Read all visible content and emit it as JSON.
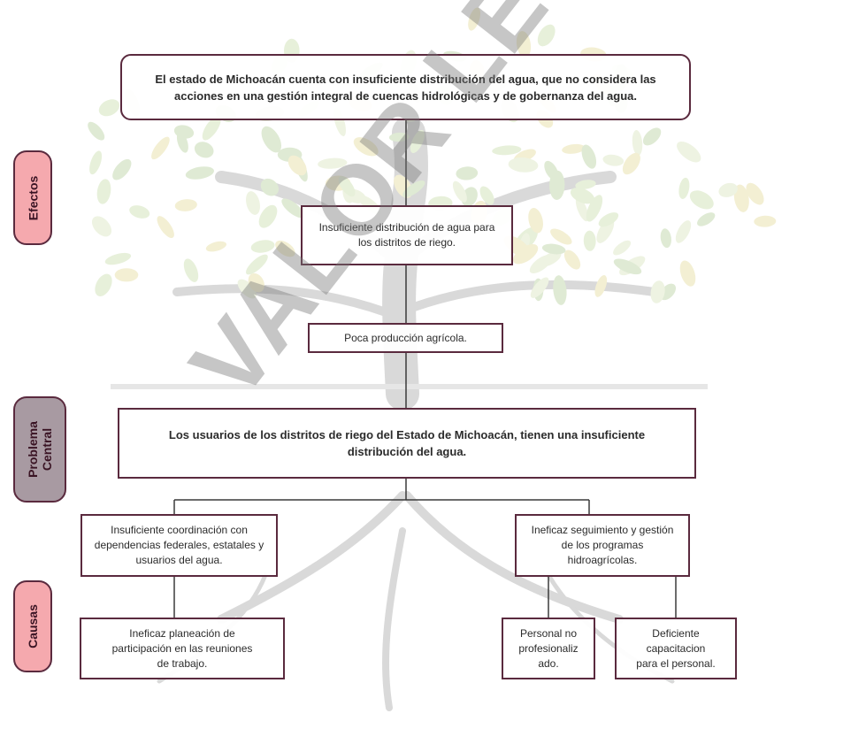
{
  "watermark": "VALOR LEGAL",
  "labels": {
    "efectos": "Efectos",
    "problema_central": "Problema\nCentral",
    "causas": "Causas"
  },
  "boxes": {
    "top_effect": "El estado de Michoacán cuenta con insuficiente distribución del agua, que no considera las acciones en una gestión integral de cuencas hidrológicas y de gobernanza del agua.",
    "effect_water": "Insuficiente distribución de agua para los distritos de riego.",
    "effect_production": "Poca producción agrícola.",
    "central_problem": "Los usuarios de los distritos de riego del Estado de Michoacán, tienen una insuficiente distribución del agua.",
    "cause_coordination": "Insuficiente coordinación con dependencias federales, estatales y usuarios del agua.",
    "cause_followup": "Ineficaz seguimiento y gestión de los programas hidroagrícolas.",
    "subcause_planning": "Ineficaz planeación de participación en las reuniones de trabajo.",
    "subcause_staff": "Personal no\nprofesionaliz\nado.",
    "subcause_training": "Deficiente\ncapacitacion\npara el personal."
  }
}
